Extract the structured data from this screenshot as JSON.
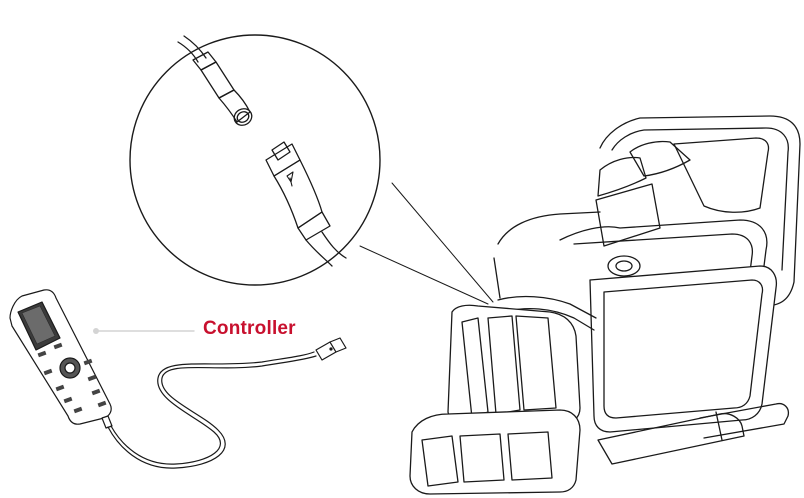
{
  "diagram": {
    "callout_label": "Controller",
    "colors": {
      "label": "#c8102e",
      "leader_line": "#d4d4d4",
      "line_art": "#1a1a1a"
    },
    "icons": [
      "massage-chair-illustration",
      "remote-controller-icon",
      "connector-plug-icon",
      "connector-socket-icon",
      "zoom-magnifier-circle"
    ]
  }
}
